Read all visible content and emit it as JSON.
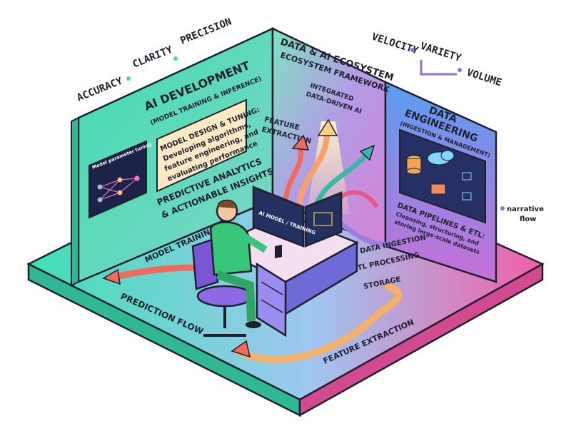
{
  "colors": {
    "floor_left": "#3fe0b4",
    "floor_right": "#f25fa8",
    "wall_left": "#49d7b1",
    "wall_back": "#9b7fe0",
    "wall_right": "#5a8be8",
    "arrow_red": "#f26a5b",
    "outline": "#1f1f2e"
  },
  "icons": [
    "neural-network-icon",
    "database-icon",
    "cloud-icon",
    "folder-icon",
    "monitor-icon",
    "person-icon",
    "chair-icon",
    "desk-icon"
  ],
  "header_words": {
    "accuracy": "ACCURACY",
    "clarity": "CLARITY",
    "precision": "PRECISION",
    "velocity": "VELOCITY",
    "variety": "VARIETY",
    "volume": "VOLUME"
  },
  "ai_dev": {
    "title": "AI DEVELOPMENT",
    "subtitle": "(MODEL TRAINING & INFERENCE)",
    "design_line1": "MODEL DESIGN & TUNING:",
    "design_line2": "Developing algorithms,",
    "design_line3": "feature engineering, and",
    "design_line4": "evaluating performance",
    "analytics_line1": "PREDICTIVE ANALYTICS",
    "analytics_line2": "& ACTIONABLE INSIGHTS",
    "screen_label": "Model parameter tuning"
  },
  "ecosystem": {
    "title": "DATA & AI ECOSYSTEM",
    "subtitle": "ECOSYSTEM FRAMEWORK",
    "integrated_line1": "INTEGRATED",
    "integrated_line2": "DATA-DRIVEN AI",
    "feature_line1": "FEATURE",
    "feature_line2": "EXTRACTION"
  },
  "data_eng": {
    "title_line1": "DATA",
    "title_line2": "ENGINEERING",
    "subtitle": "(INGESTION & MANAGEMENT)",
    "pipelines_line1": "DATA PIPELINES & ETL:",
    "pipelines_line2": "Cleansing, structuring, and",
    "pipelines_line3": "storing large-scale datasets"
  },
  "desk": {
    "monitor_label": "AI MODEL / TRAINING"
  },
  "flows": {
    "model_training": "MODEL TRAINING",
    "prediction_flow": "PREDICTION FLOW",
    "data_ingestion": "DATA INGESTION",
    "etl_processing": "ETL PROCESSING",
    "storage": "STORAGE",
    "feature_extraction": "FEATURE EXTRACTION",
    "narrative_line1": "narrative",
    "narrative_line2": "flow"
  }
}
